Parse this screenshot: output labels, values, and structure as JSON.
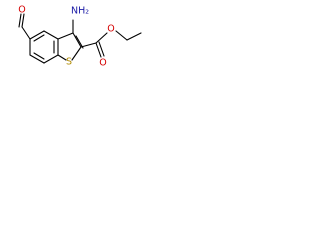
{
  "molecule": {
    "atoms": {
      "amine": "NH₂",
      "aldehyde_oxygen": "O",
      "sulfur": "S",
      "carbonyl_oxygen": "O",
      "ester_oxygen": "O"
    },
    "colors": {
      "bond": "#000000",
      "oxygen": "#d40000",
      "sulfur": "#b08a00",
      "nitrogen": "#1a1aa6"
    }
  }
}
